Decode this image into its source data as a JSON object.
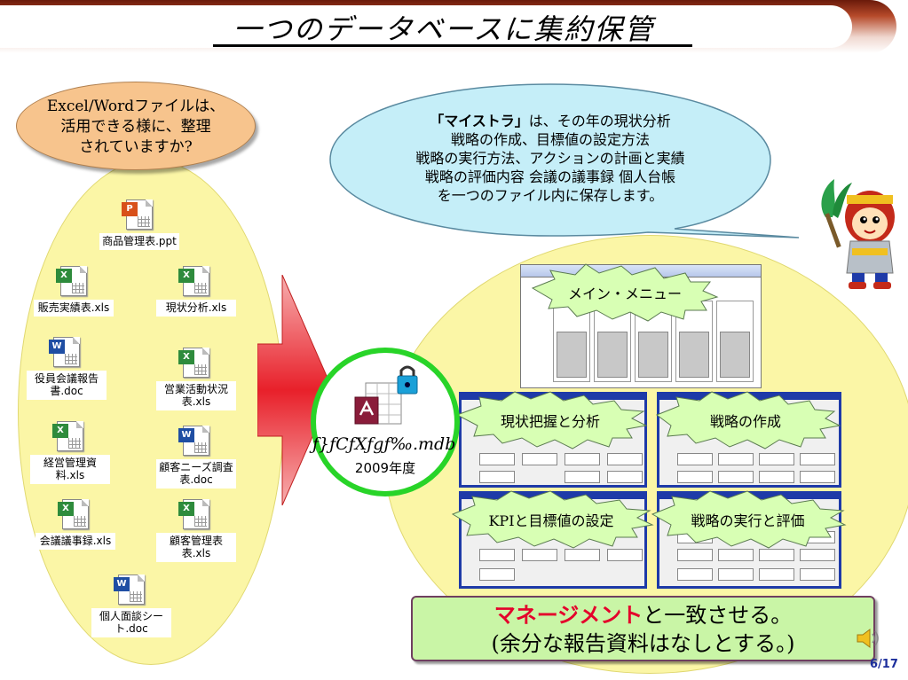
{
  "title": "一つのデータベースに集約保管",
  "question_bubble": {
    "line1": "Excel/Wordファイルは、",
    "line2": "活用できる様に、整理",
    "line3": "されていますか?"
  },
  "files": [
    {
      "type": "ppt",
      "name": "商品管理表.ppt"
    },
    {
      "type": "xls",
      "name": "販売実績表.xls"
    },
    {
      "type": "xls",
      "name": "現状分析.xls"
    },
    {
      "type": "doc",
      "name": "役員会議報告書.doc"
    },
    {
      "type": "xls",
      "name": "営業活動状況表.xls"
    },
    {
      "type": "xls",
      "name": "経営管理資料.xls"
    },
    {
      "type": "doc",
      "name": "顧客ニーズ調査表.doc"
    },
    {
      "type": "xls",
      "name": "会議議事録.xls"
    },
    {
      "type": "xls",
      "name": "顧客管理表表.xls"
    },
    {
      "type": "doc",
      "name": "個人面談シート.doc"
    }
  ],
  "speech": {
    "app_name": "「マイストラ」",
    "line1_rest": "は、その年の現状分析",
    "line2": "戦略の作成、目標値の設定方法",
    "line3": "戦略の実行方法、アクションの計画と実績",
    "line4": "戦略の評価内容 会議の議事録 個人台帳",
    "line5": "を一つのファイル内に保存します。"
  },
  "database": {
    "file_label": "ƒ}ƒCƒXƒgƒ‰.mdb",
    "year": "2009年度"
  },
  "screens": {
    "main_menu": "メイン・メニュー",
    "analysis": "現状把握と分析",
    "strategy_creation": "戦略の作成",
    "kpi": "KPIと目標値の設定",
    "strategy_execution": "戦略の実行と評価"
  },
  "bottom_box": {
    "highlight": "マネージメント",
    "line1_rest": "と一致させる。",
    "line2": "(余分な報告資料はなしとする。)"
  },
  "page_number": "6/17",
  "colors": {
    "title_band": "#b64a2a",
    "question_bubble": "#f7c48d",
    "ellipse": "#fbf6a6",
    "speech_bubble": "#c5eef8",
    "db_ring": "#28d428",
    "arrow": "#e8202a",
    "screen_border": "#1e3aa8",
    "bottom_box": "#c9f5a6",
    "highlight": "#e4002b"
  }
}
